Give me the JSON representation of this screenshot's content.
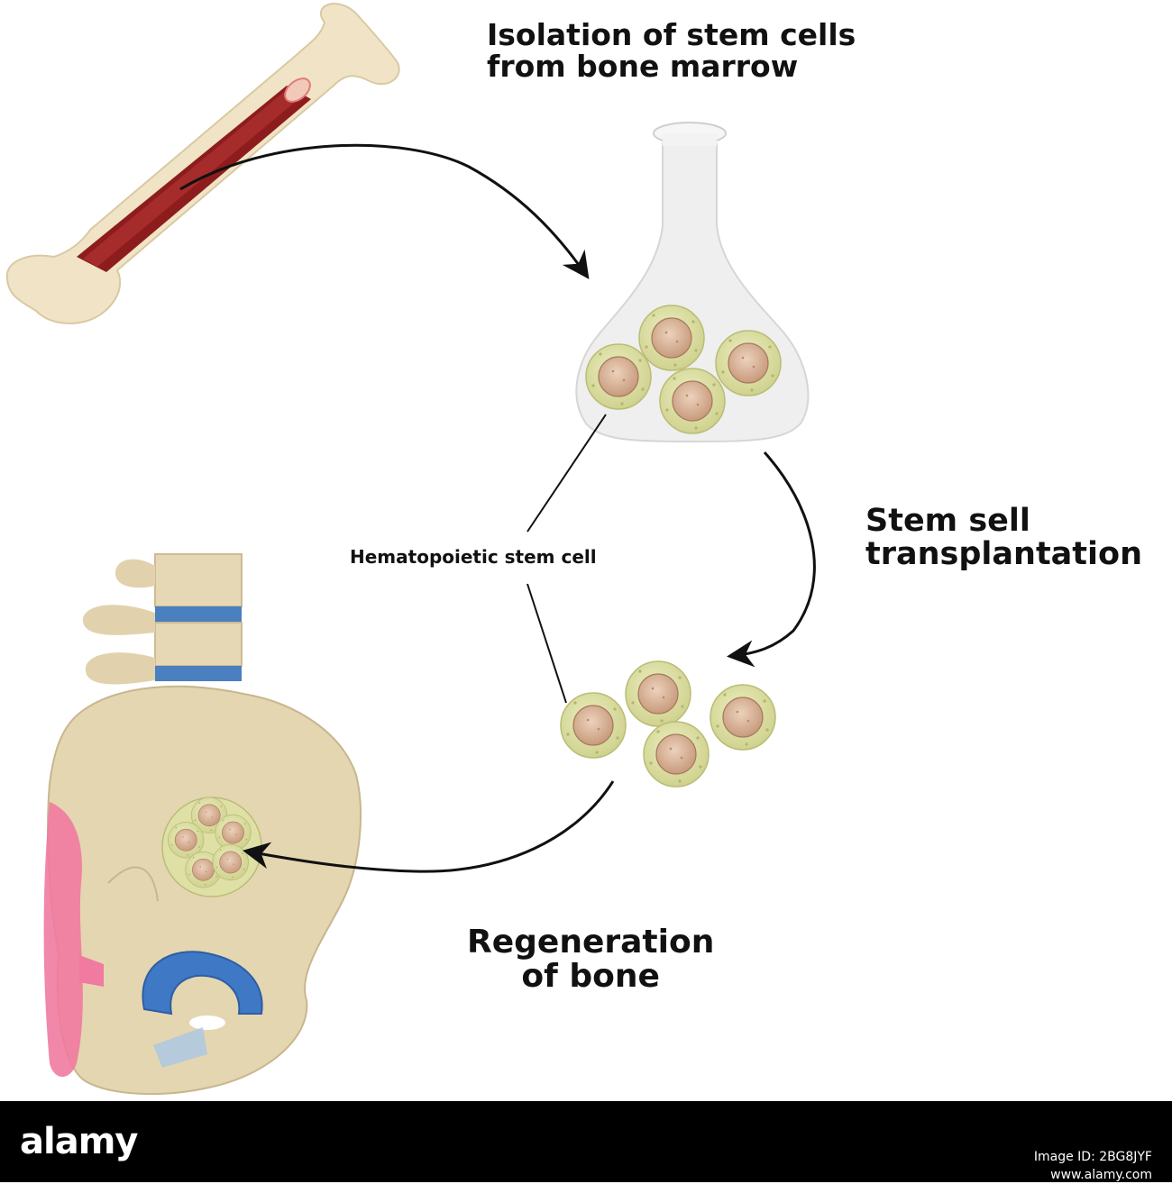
{
  "labels": {
    "title_line1": "Isolation  of stem cells",
    "title_line2": "from bone marrow",
    "transplant_line1": "Stem sell",
    "transplant_line2": "transplantation",
    "hsc": "Hematopoietic stem cell",
    "regen_line1": "Regeneration",
    "regen_line2": "of  bone"
  },
  "watermark": {
    "logo": "alamy",
    "image_id": "Image ID: 2BG8JYF",
    "site": "www.alamy.com"
  },
  "colors": {
    "bone": "#f0e4c8",
    "marrow": "#8e1a1a",
    "cell_outer": "#dfe0a6",
    "cell_nucleus": "#d4a98a",
    "arrow": "#111111",
    "disc": "#4a7fc0",
    "muscle": "#f07aa0"
  }
}
